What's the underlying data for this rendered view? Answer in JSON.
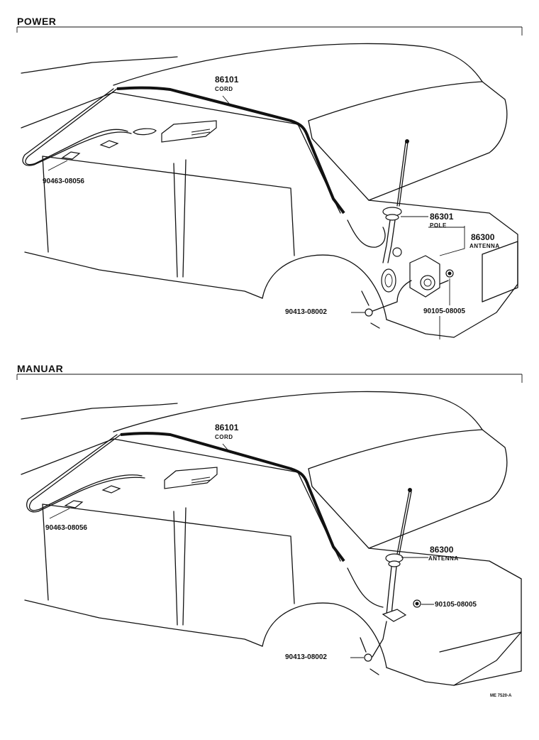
{
  "sections": {
    "power": {
      "title": "POWER",
      "labels": {
        "cord_num": "86101",
        "cord_name": "CORD",
        "clip_num": "90463-08056",
        "pole_num": "86301",
        "pole_name": "POLE",
        "antenna_num": "86300",
        "antenna_name": "ANTENNA",
        "nut_num": "90413-08002",
        "bolt_num": "90105-08005"
      }
    },
    "manual": {
      "title": "MANUAR",
      "labels": {
        "cord_num": "86101",
        "cord_name": "CORD",
        "clip_num": "90463-08056",
        "antenna_num": "86300",
        "antenna_name": "ANTENNA",
        "nut_num": "90413-08002",
        "bolt_num": "90105-08005"
      }
    }
  },
  "footer_code": "ME 7520-A"
}
